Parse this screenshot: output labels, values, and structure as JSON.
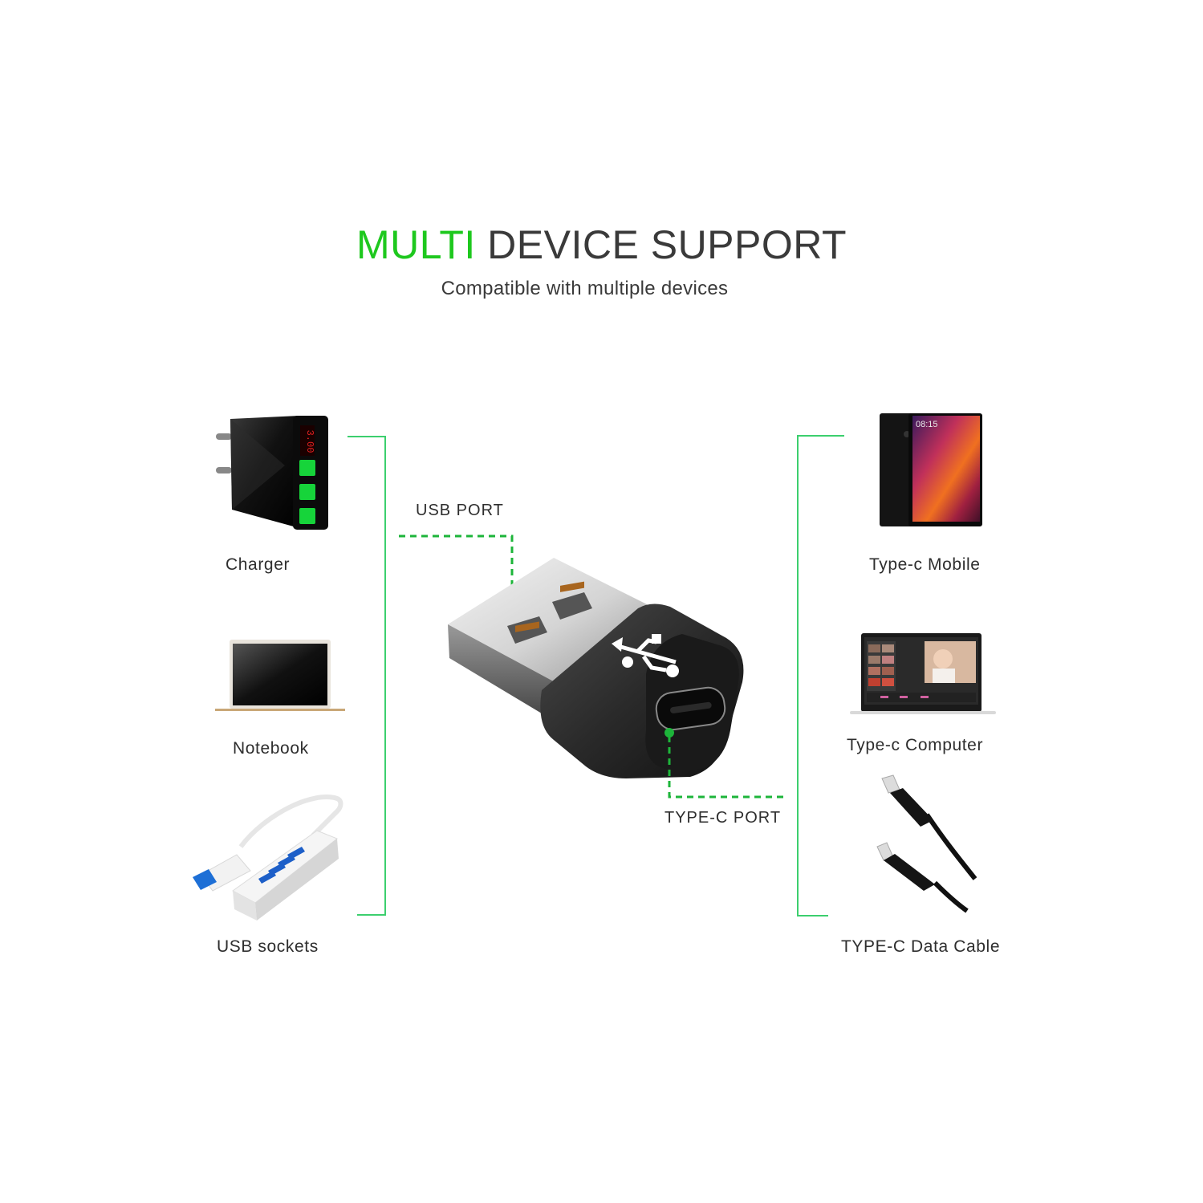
{
  "header": {
    "title_accent": "MULTI",
    "title_rest": "DEVICE SUPPORT",
    "subtitle": "Compatible with multiple devices"
  },
  "colors": {
    "accent_green": "#1ec81e",
    "bracket_green": "#3ccf6e",
    "dashed_green": "#1db53a",
    "text_dark": "#333333"
  },
  "center_product": {
    "name": "USB-A to Type-C adapter",
    "usb_port_label": "USB PORT",
    "typec_port_label": "TYPE-C PORT",
    "logo_icon": "usb-trident-icon"
  },
  "left_devices": [
    {
      "label": "Charger",
      "icon": "wall-charger-icon",
      "display_text": "3.00"
    },
    {
      "label": "Notebook",
      "icon": "laptop-icon"
    },
    {
      "label": "USB sockets",
      "icon": "usb-hub-icon"
    }
  ],
  "right_devices": [
    {
      "label": "Type-c Mobile",
      "icon": "smartphone-icon",
      "screen_time": "08:15"
    },
    {
      "label": "Type-c Computer",
      "icon": "laptop-computer-icon"
    },
    {
      "label": "TYPE-C Data Cable",
      "icon": "typec-cable-icon"
    }
  ]
}
